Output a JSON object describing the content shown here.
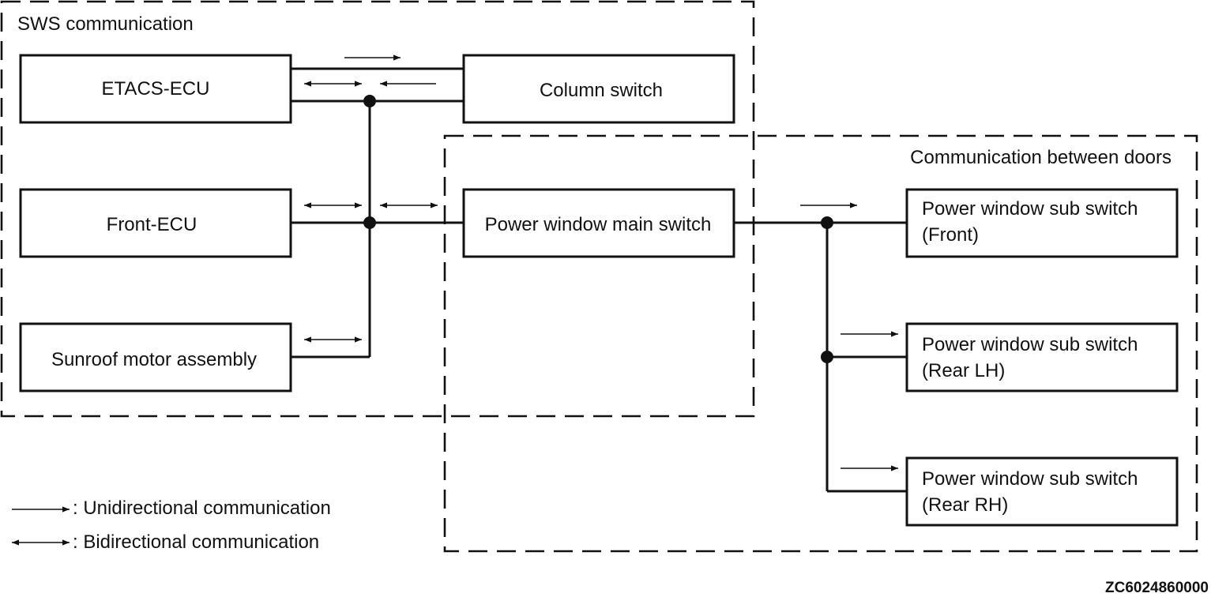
{
  "groups": {
    "sws": "SWS communication",
    "doors": "Communication between doors"
  },
  "nodes": {
    "etacs": "ETACS-ECU",
    "column": "Column switch",
    "front_ecu": "Front-ECU",
    "sunroof": "Sunroof motor assembly",
    "pw_main": "Power window main switch",
    "sub_front": [
      "Power window sub switch",
      "(Front)"
    ],
    "sub_rear_lh": [
      "Power window sub switch",
      "(Rear LH)"
    ],
    "sub_rear_rh": [
      "Power window sub switch",
      "(Rear RH)"
    ]
  },
  "legend": {
    "uni": ": Unidirectional communication",
    "bi": ": Bidirectional communication"
  },
  "figure_code": "ZC6024860000",
  "colors": {
    "line": "#111111",
    "background": "#ffffff"
  }
}
